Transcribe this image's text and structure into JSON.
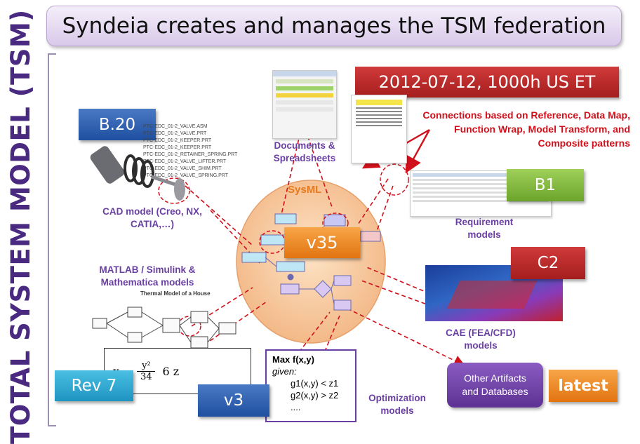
{
  "title": "Syndeia creates and manages the TSM federation",
  "vertical_title": "TOTAL SYSTEM MODEL (TSM)",
  "date_badge": "2012-07-12, 1000h US ET",
  "connections_text": "Connections based on Reference, Data Map, Function Wrap, Model Transform, and Composite patterns",
  "sysml": {
    "label": "SysML",
    "version": "v35"
  },
  "badges": {
    "cad": "B.20",
    "req": "B1",
    "cae": "C2",
    "matlab": "Rev 7",
    "opt": "v3",
    "other": "latest"
  },
  "labels": {
    "documents": "Documents & Spreadsheets",
    "cad": "CAD model (Creo, NX, CATIA,…)",
    "requirement": "Requirement models",
    "matlab": "MATLAB / Simulink & Mathematica models",
    "cae": "CAE (FEA/CFD) models",
    "optimization": "Optimization models"
  },
  "other_box": "Other Artifacts and Databases",
  "cad_files": [
    "PTC-EDC_01-2_VALVE.ASM",
    "PTC-EDC_01-2_VALVE.PRT",
    "PTC-EDC_01-2_KEEPER.PRT",
    "PTC-EDC_01-2_KEEPER.PRT",
    "PTC-EDC_01-2_RETAINER_SPRING.PRT",
    "PTC-EDC_01-2_VALVE_LIFTER.PRT",
    "PTC-EDC_01-2_VALVE_SHIM.PRT",
    "PTC-EDC_01-2_VALVE_SPRING.PRT"
  ],
  "simulink_title": "Thermal Model of a House",
  "optimization": {
    "max": "Max f(x,y)",
    "given": "given:",
    "c1": "g1(x,y) < z1",
    "c2": "g2(x,y) > z2",
    "dots": "....",
    "formula_x": "x",
    "formula_num": "y²",
    "formula_den": "34",
    "formula_rhs": "6 z"
  },
  "colors": {
    "purple": "#6a3fa3",
    "red": "#d0111b",
    "sysml_fill": "#f7c79a"
  }
}
